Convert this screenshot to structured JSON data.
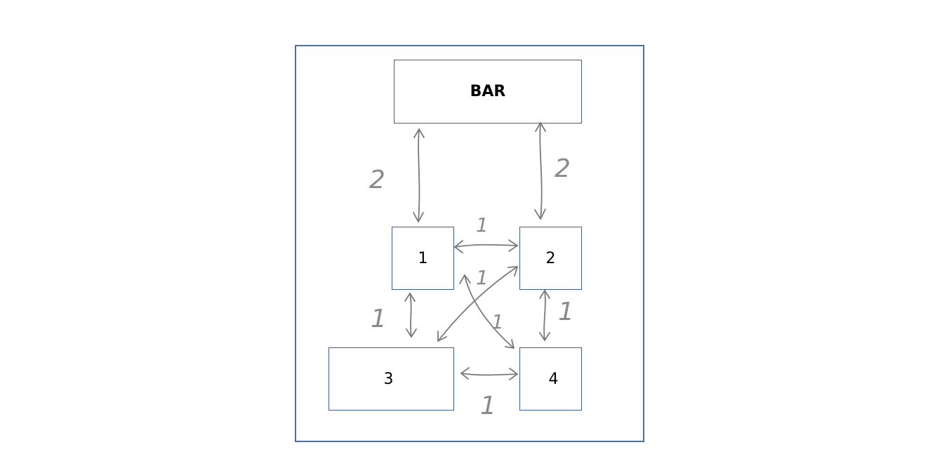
{
  "nodes": {
    "bar": "BAR",
    "n1": "1",
    "n2": "2",
    "n3": "3",
    "n4": "4"
  },
  "edge_weights": {
    "bar_to_1": "2",
    "bar_to_2": "2",
    "n1_to_n2": "1",
    "n2_to_n3": "1",
    "n1_to_n4": "1",
    "n1_to_n3": "1",
    "n2_to_n4": "1",
    "n3_to_n4": "1"
  },
  "colors": {
    "frame": "#4a6fa8",
    "box": "#3e5f95",
    "sketch": "#7a7a7a"
  }
}
